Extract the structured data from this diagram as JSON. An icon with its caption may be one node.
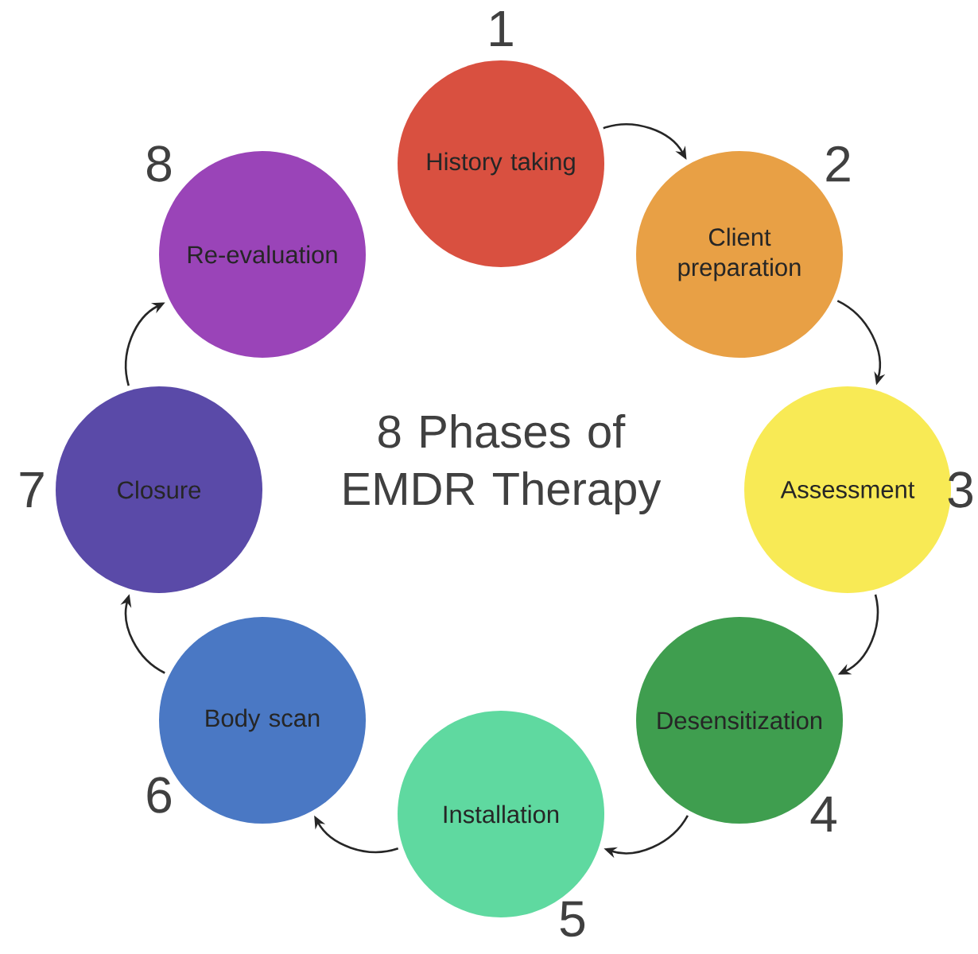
{
  "diagram": {
    "title": "8 Phases of EMDR Therapy",
    "nodes": [
      {
        "text": [
          "History taking"
        ],
        "beside": [
          "1"
        ]
      },
      {
        "text": [
          "Client preparation"
        ],
        "beside": [
          "2"
        ]
      },
      {
        "text": [
          "Assessment"
        ],
        "beside": [
          "3"
        ]
      },
      {
        "text": [
          "Desensitization"
        ],
        "beside": [
          "4"
        ]
      },
      {
        "text": [
          "Installation"
        ],
        "beside": [
          "5"
        ]
      },
      {
        "text": [
          "Body scan"
        ],
        "beside": [
          "6"
        ]
      },
      {
        "text": [
          "Closure"
        ],
        "beside": [
          "7"
        ]
      },
      {
        "text": [
          "Re-evaluation"
        ],
        "beside": [
          "8"
        ]
      }
    ],
    "edges": [
      {
        "from": 0,
        "to": 1,
        "arrow": "to"
      },
      {
        "from": 1,
        "to": 2,
        "arrow": "to"
      },
      {
        "from": 2,
        "to": 3,
        "arrow": "to"
      },
      {
        "from": 3,
        "to": 4,
        "arrow": "to"
      },
      {
        "from": 4,
        "to": 5,
        "arrow": "to"
      },
      {
        "from": 5,
        "to": 6,
        "arrow": "to"
      },
      {
        "from": 6,
        "to": 7,
        "arrow": "to"
      }
    ]
  }
}
